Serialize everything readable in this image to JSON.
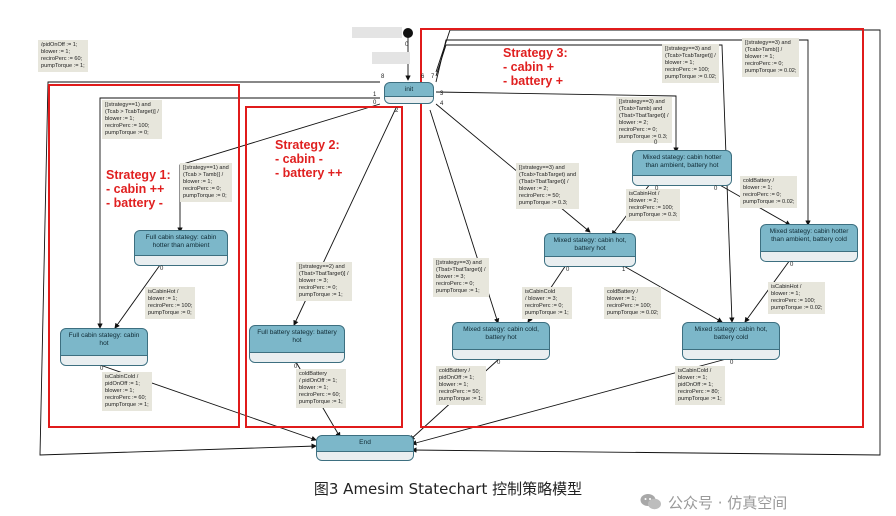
{
  "caption": "图3  Amesim Statechart 控制策略模型",
  "watermark": "公众号 · 仿真空间",
  "strategies": {
    "s1": "Strategy 1:\n- cabin ++\n- battery -",
    "s2": "Strategy 2:\n- cabin -\n- battery ++",
    "s3": "Strategy 3:\n- cabin +\n- battery +"
  },
  "states": {
    "init": "init",
    "full_cabin_hotter": "Full cabin stategy: cabin hotter than ambient",
    "full_cabin_hot": "Full cabin stategy: cabin hot",
    "full_battery_hot": "Full battery stategy: battery hot",
    "mixed_cabin_hot_battery_hot": "Mixed stategy: cabin hot, battery hot",
    "mixed_cabin_hotter_battery_hot": "Mixed stategy: cabin hotter than ambient, battery hot",
    "mixed_cabin_hotter_battery_cold": "Mixed stategy: cabin hotter than ambient, battery cold",
    "mixed_cabin_cold_battery_hot": "Mixed stategy: cabin cold, battery hot",
    "mixed_cabin_hot_battery_cold": "Mixed stategy: cabin hot, battery cold",
    "end": "End"
  },
  "notes": {
    "n_topleft": "/pidOnOff := 1;\nblower := 1;\nreciroPerc := 60;\npumpTorque := 1;",
    "n_s1_guard": "[(strategy==1) and\n(Tcab > TcabTarget)] /\nblower := 1;\nreciroPerc := 100;\npumpTorque := 0;",
    "n_s1_tamb": "[(strategy==1) and\n(Tcab > Tamb)] /\nblower := 1;\nreciroPerc := 0;\npumpTorque := 0;",
    "n_s1_cabinhot": "isCabinHot /\nblower := 1;\nreciroPerc := 100;\npumpTorque := 0;",
    "n_s1_cabincold": "isCabinCold /\npidOnOff := 1;\nblower := 1;\nreciroPerc := 60;\npumpTorque := 1;",
    "n_s2_guard": "[(strategy==2) and\n(Tbat>TbatTarget)] /\nblower := 3;\nreciroPerc := 0;\npumpTorque := 1;",
    "n_s2_coldbat": "coldBattery\n/ pidOnOff := 1;\nblower := 1;\nreciroPerc := 60;\npumpTorque := 1;",
    "n_s3_top1": "[(strategy==3) and\n(Tcab>TcabTarget)] /\nblower := 1;\nreciroPerc := 100;\npumpTorque := 0.02;",
    "n_s3_top2": "[(strategy==3) and\n(Tcab>Tamb)] /\nblower := 1;\nreciroPerc := 0;\npumpTorque := 0.02;",
    "n_s3_mid1": "[(strategy==3) and\n(Tcab>Tamb) and\n(Tbat>TbatTarget)] /\nblower := 2;\nreciroPerc := 0;\npumpTorque := 0.3;",
    "n_s3_mid2": "[(strategy==3) and\n(Tcab>TcabTarget) and\n(Tbat>TbatTarget)] /\nblower := 2;\nreciroPerc := 50;\npumpTorque := 0.3;",
    "n_s3_cabinhot_mid": "isCabinHot /\nblower := 2;\nreciroPerc := 100;\npumpTorque := 0.3;",
    "n_s3_coldbat_right": "coldBattery /\nblower := 1;\nreciroPerc := 0;\npumpTorque := 0.02;",
    "n_s3_bat": "[(strategy==3) and\n(Tbat>TbatTarget)] /\nblower := 3;\nreciroPerc := 0;\npumpTorque := 1;",
    "n_s3_cabincold": "isCabinCold\n/ blower := 3;\nreciroPerc := 0;\npumpTorque := 1;",
    "n_s3_coldbat_mid": "coldBattery /\nblower := 1;\nreciroPerc := 100;\npumpTorque := 0.02;",
    "n_s3_cabinhot_right": "isCabinHot /\nblower := 1;\nreciroPerc := 100;\npumpTorque := 0.02;",
    "n_s3_coldbat_bottom": "coldBattery /\npidOnOff := 1;\nblower := 1;\nreciroPerc := 50;\npumpTorque := 1;",
    "n_s3_cabincold_bottom": "isCabinCold /\nblower := 1;\npidOnOff := 1;\nreciroPerc := 80;\npumpTorque := 1;"
  },
  "port_labels": [
    "0",
    "8",
    "6",
    "7",
    "1",
    "0",
    "2",
    "3",
    "4",
    "0",
    "0",
    "0",
    "0",
    "1",
    "0",
    "0",
    "0",
    "0",
    "0",
    "0"
  ],
  "colors": {
    "strategy_red": "#e02020",
    "state_fill": "#7cb7c9",
    "note_fill": "#e7e6dc"
  }
}
